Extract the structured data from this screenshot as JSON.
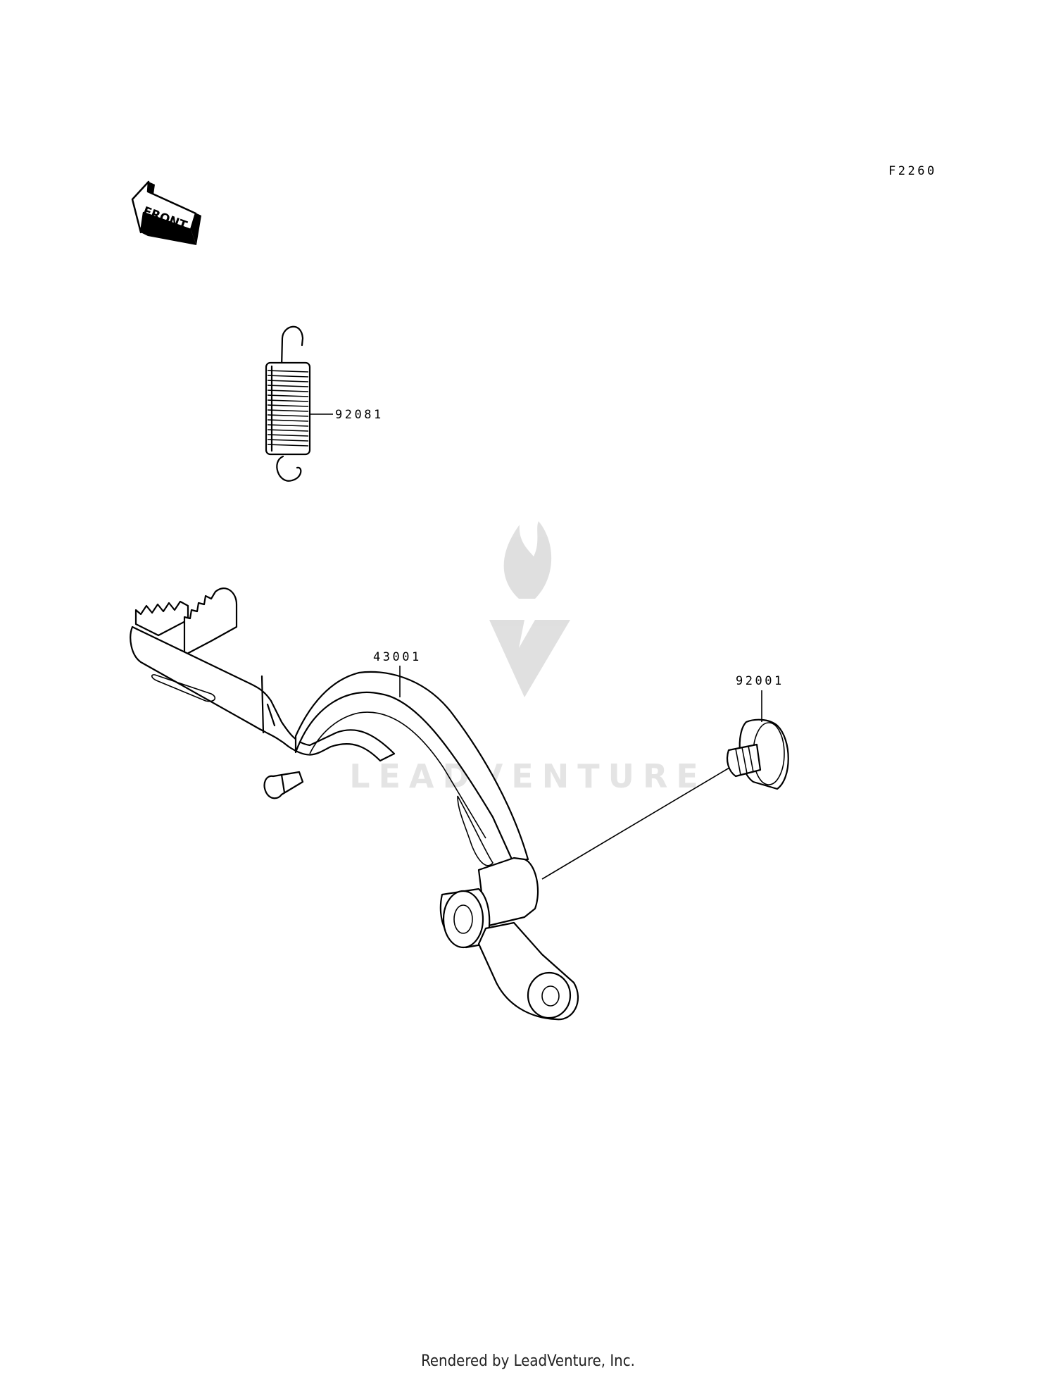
{
  "diagram_code": "F2260",
  "front_arrow_label": "FRONT",
  "parts": [
    {
      "number": "92081",
      "part": "spring"
    },
    {
      "number": "43001",
      "part": "brake-pedal"
    },
    {
      "number": "92001",
      "part": "bolt"
    }
  ],
  "watermark": "LEADVENTURE",
  "footer": "Rendered by LeadVenture, Inc.",
  "icons": [
    "front-arrow-icon",
    "watermark-logo-icon"
  ]
}
